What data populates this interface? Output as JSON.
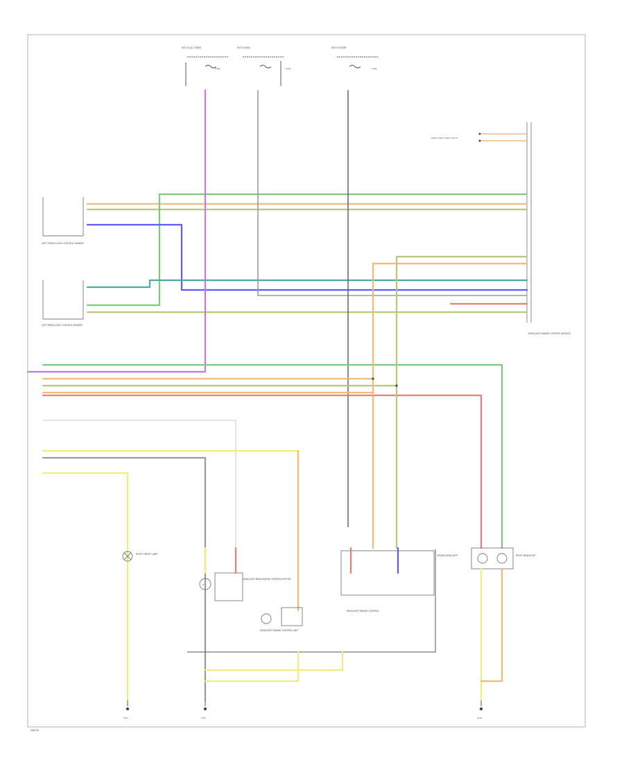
{
  "figure_id": "G4879-ll",
  "labels": {
    "fuse_top_left": "HOT AT ALL TIMES",
    "fuse_top_mid": "HOT IN RUN",
    "fuse_top_right": "HOT IN START",
    "fuse_a": "FUSE",
    "fuse_b": "FUSE",
    "fuse_c": "FUSE",
    "left_module_top": "LEFT FRONT LEVEL CONTROL SENDER",
    "left_module_bottom": "LEFT REAR LEVEL CONTROL SENDER",
    "right_module": "HEADLIGHT RANGE CONTROL MODULE",
    "right_top_note": "RADIO (NEXT STEP) LIGHTS",
    "left_lamp": "RIGHT FRONT LAMP",
    "center_unit_label": "HEADLIGHT BEAM RANGE CONTROL MOTOR",
    "center_actuator": "HEADLIGHT RANGE CONTROL UNIT",
    "right_lamp": "RIGHT HEADLIGHT",
    "right_lamp_note": "XENON HEADLIGHT",
    "mid_box": "HEADLIGHT RANGE CONTROL",
    "ground_1": "G101",
    "ground_2": "G102",
    "ground_3": "G103",
    "fuse_box_1": "S",
    "fuse_box_2": "S",
    "fuse_box_3": "S"
  },
  "wire_colors": {
    "green": "#7ec87e",
    "orange": "#f5b97a",
    "violet": "#c07ae8",
    "blue": "#5a5aff",
    "teal": "#4fa8a0",
    "yellow": "#f2ec7a",
    "red": "#f07a7a",
    "grey": "#9a9a9a",
    "olive": "#b9c77a",
    "dark": "#6a6a6a"
  }
}
